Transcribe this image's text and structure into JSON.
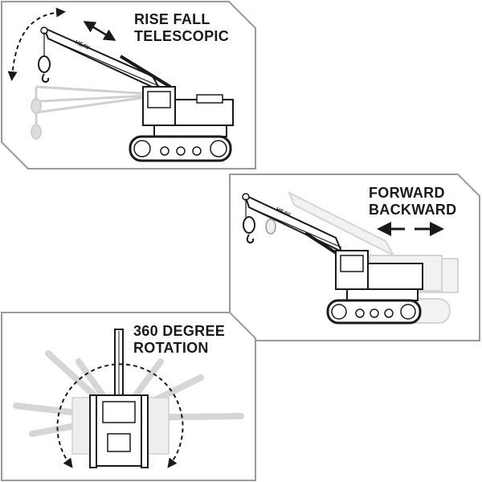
{
  "panels": [
    {
      "lines": [
        "RISE FALL",
        "TELESCOPIC"
      ],
      "boom_label": "HEAV"
    },
    {
      "lines": [
        "FORWARD",
        "BACKWARD"
      ],
      "boom_label": "HEAV"
    },
    {
      "lines": [
        "360 DEGREE",
        "ROTATION"
      ]
    }
  ],
  "colors": {
    "stroke": "#1a1a1a",
    "frame": "#9a9a9a",
    "ghost": "#c8c8c8",
    "fill": "#ffffff"
  }
}
